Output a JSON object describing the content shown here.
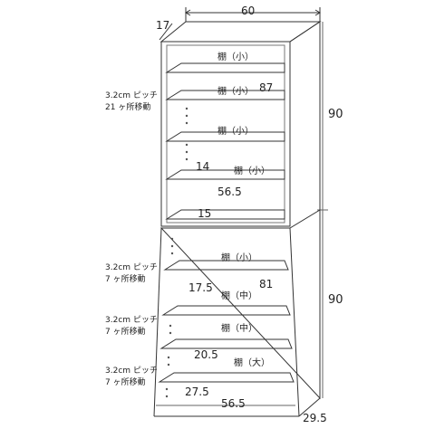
{
  "dimensions": {
    "width_top": "60",
    "depth_top": "17",
    "height_upper": "90",
    "height_lower": "90",
    "depth_bottom": "29.5"
  },
  "upper_labels": {
    "shelf_1": "棚（小）",
    "shelf_2": "棚（小）",
    "shelf_3": "棚（小）",
    "shelf_4": "棚（小）",
    "inner_height": "87",
    "inner_depth": "14",
    "inner_width": "56.5",
    "bottom_depth": "15"
  },
  "lower_labels": {
    "shelf_1": "棚（小）",
    "shelf_2": "棚（中）",
    "shelf_3": "棚（中）",
    "shelf_4": "棚（大）",
    "inner_height": "81",
    "depth_1": "17.5",
    "depth_2": "20.5",
    "depth_3": "27.5",
    "inner_width": "56.5"
  },
  "notes": {
    "upper_line1": "3.2cm ピッチ",
    "upper_line2": "21 ヶ所移動",
    "lower1_line1": "3.2cm ピッチ",
    "lower1_line2": "7 ヶ所移動",
    "lower2_line1": "3.2cm ピッチ",
    "lower2_line2": "7 ヶ所移動",
    "lower3_line1": "3.2cm ピッチ",
    "lower3_line2": "7 ヶ所移動"
  }
}
